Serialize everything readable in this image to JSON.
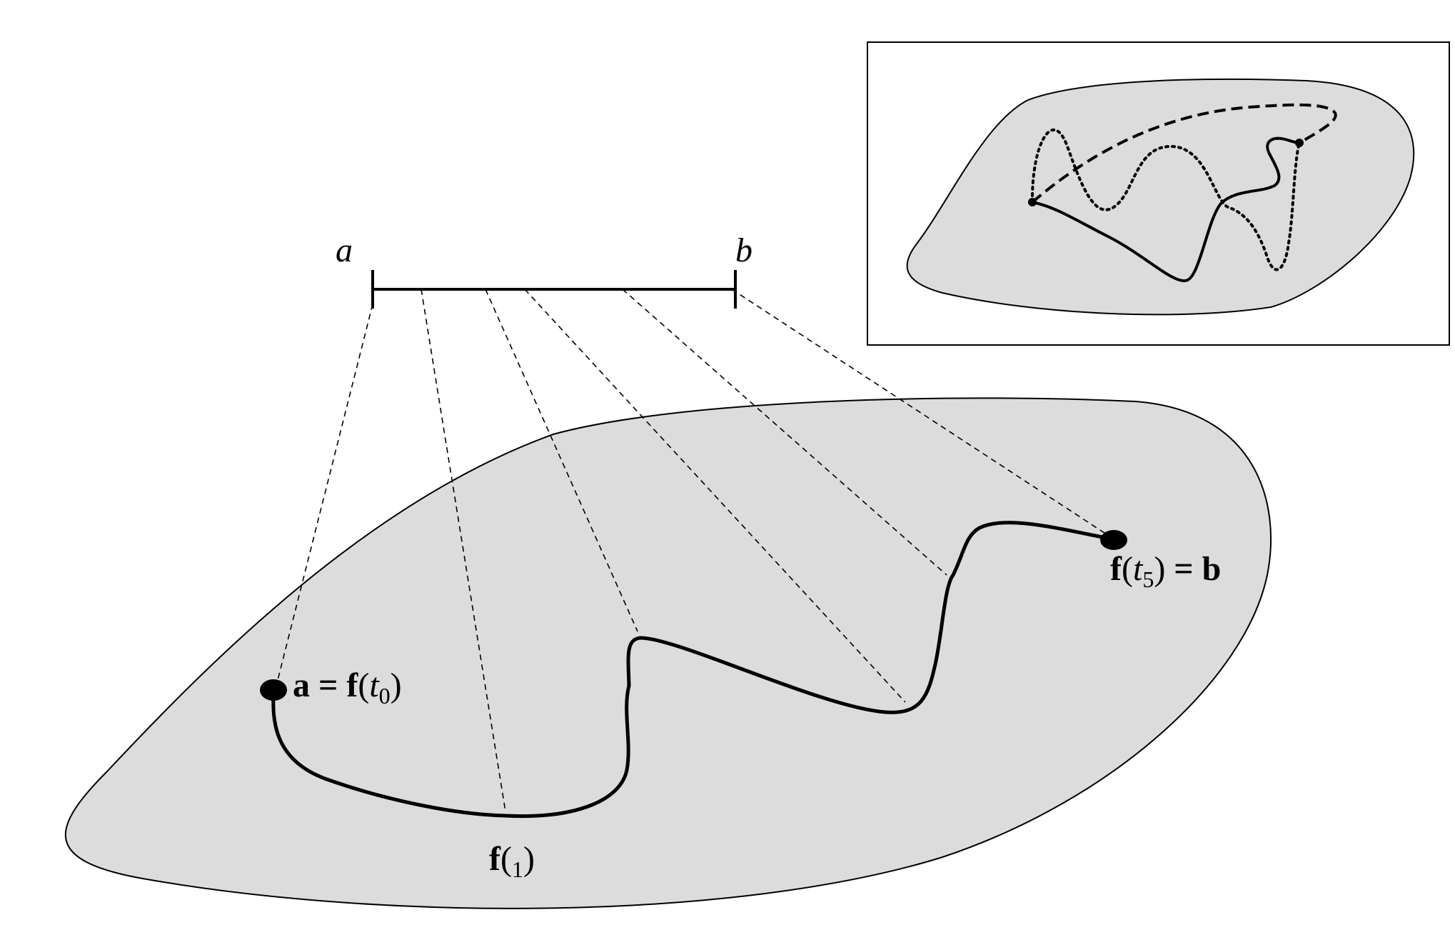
{
  "diagram": {
    "interval": {
      "left_label": "a",
      "right_label": "b"
    },
    "path_labels": {
      "start": {
        "bold1": "a",
        "eq": " = ",
        "f": "f",
        "open": "(",
        "var": "t",
        "sub": "0",
        "close": ")"
      },
      "mid": {
        "f": "f",
        "open": "(",
        "sub": "1",
        "close": ")"
      },
      "end": {
        "f": "f",
        "open": "(",
        "var": "t",
        "sub": "5",
        "close": ")",
        "eq": " = ",
        "bold2": "b"
      }
    },
    "colors": {
      "region_fill": "#dcdcdc",
      "stroke": "#000000",
      "background": "#ffffff"
    }
  }
}
